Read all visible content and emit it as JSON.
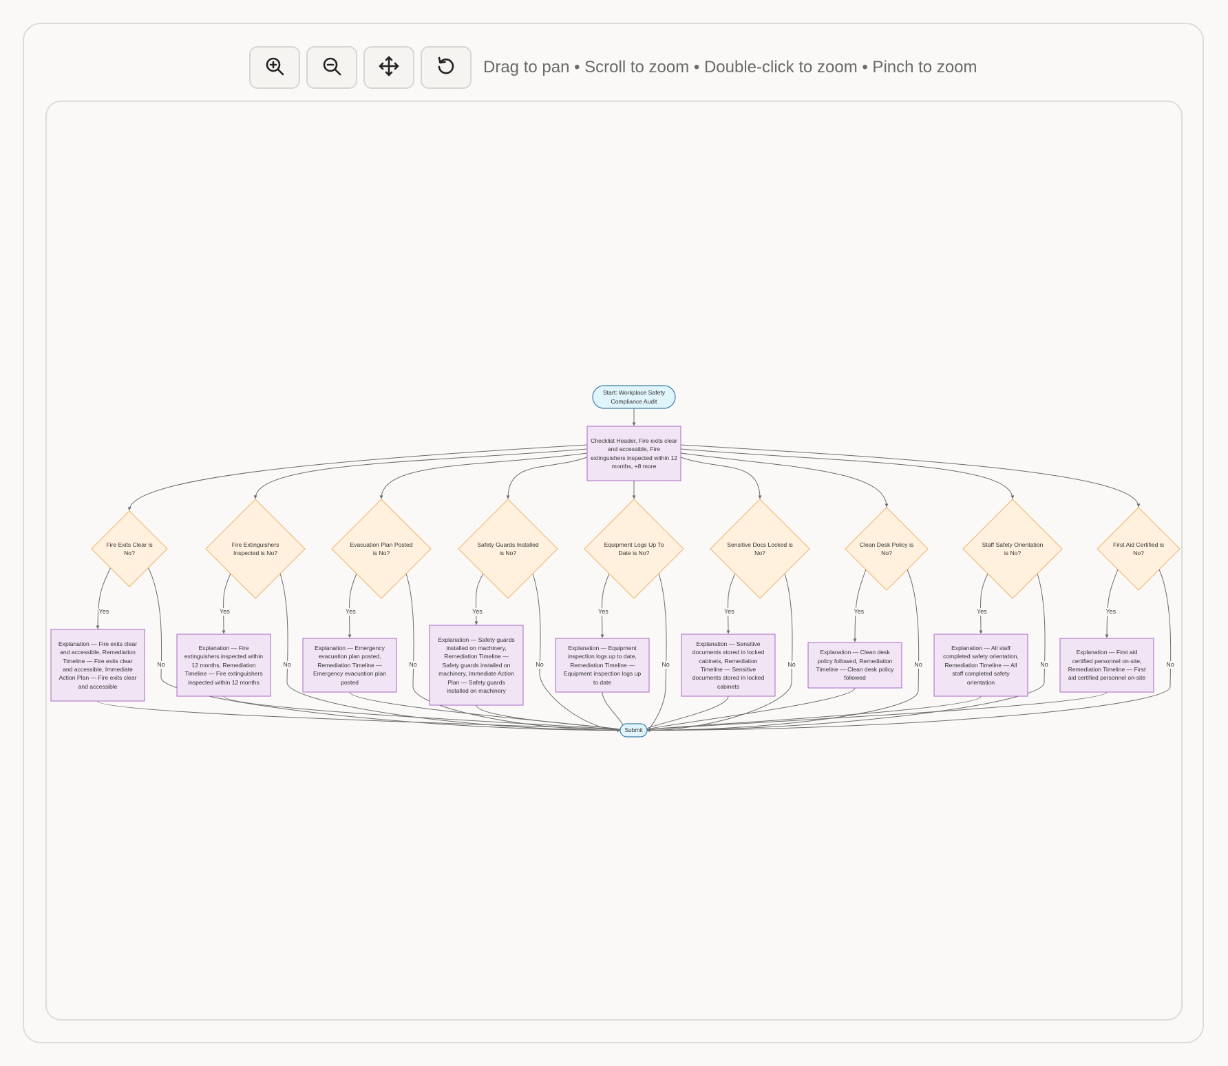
{
  "toolbar": {
    "buttons": [
      {
        "name": "zoom-in-button",
        "icon": "zoom-in-icon"
      },
      {
        "name": "zoom-out-button",
        "icon": "zoom-out-icon"
      },
      {
        "name": "pan-button",
        "icon": "move-arrows-icon"
      },
      {
        "name": "reset-button",
        "icon": "reset-rotate-icon"
      }
    ],
    "hint": "Drag to pan • Scroll to zoom • Double-click to zoom • Pinch to zoom"
  },
  "colors": {
    "start_fill": "#e0f4fb",
    "start_stroke": "#3a7fa6",
    "process_fill": "#f1e4f5",
    "process_stroke": "#a968c4",
    "decision_fill": "#fff1de",
    "decision_stroke": "#f0b36b",
    "edge": "#6b6b6b"
  },
  "flowchart": {
    "start": "Start: Workplace Safety Compliance Audit",
    "header": "Checklist Header, Fire exits clear and accessible, Fire extinguishers inspected within 12 months, +8 more",
    "end": "Submit",
    "yes_label": "Yes",
    "no_label": "No",
    "branches": [
      {
        "question": "Fire Exits Clear is No?",
        "action": "Explanation — Fire exits clear and accessible, Remediation Timeline — Fire exits clear and accessible, Immediate Action Plan — Fire exits clear and accessible"
      },
      {
        "question": "Fire Extinguishers Inspected is No?",
        "action": "Explanation — Fire extinguishers inspected within 12 months, Remediation Timeline — Fire extinguishers inspected within 12 months"
      },
      {
        "question": "Evacuation Plan Posted is No?",
        "action": "Explanation — Emergency evacuation plan posted, Remediation Timeline — Emergency evacuation plan posted"
      },
      {
        "question": "Safety Guards Installed is No?",
        "action": "Explanation — Safety guards installed on machinery, Remediation Timeline — Safety guards installed on machinery, Immediate Action Plan — Safety guards installed on machinery"
      },
      {
        "question": "Equipment Logs Up To Date is No?",
        "action": "Explanation — Equipment inspection logs up to date, Remediation Timeline — Equipment inspection logs up to date"
      },
      {
        "question": "Sensitive Docs Locked is No?",
        "action": "Explanation — Sensitive documents stored in locked cabinets, Remediation Timeline — Sensitive documents stored in locked cabinets"
      },
      {
        "question": "Clean Desk Policy is No?",
        "action": "Explanation — Clean desk policy followed, Remediation Timeline — Clean desk policy followed"
      },
      {
        "question": "Staff Safety Orientation is No?",
        "action": "Explanation — All staff completed safety orientation, Remediation Timeline — All staff completed safety orientation"
      },
      {
        "question": "First Aid Certified is No?",
        "action": "Explanation — First aid certified personnel on-site, Remediation Timeline — First aid certified personnel on-site"
      }
    ]
  }
}
